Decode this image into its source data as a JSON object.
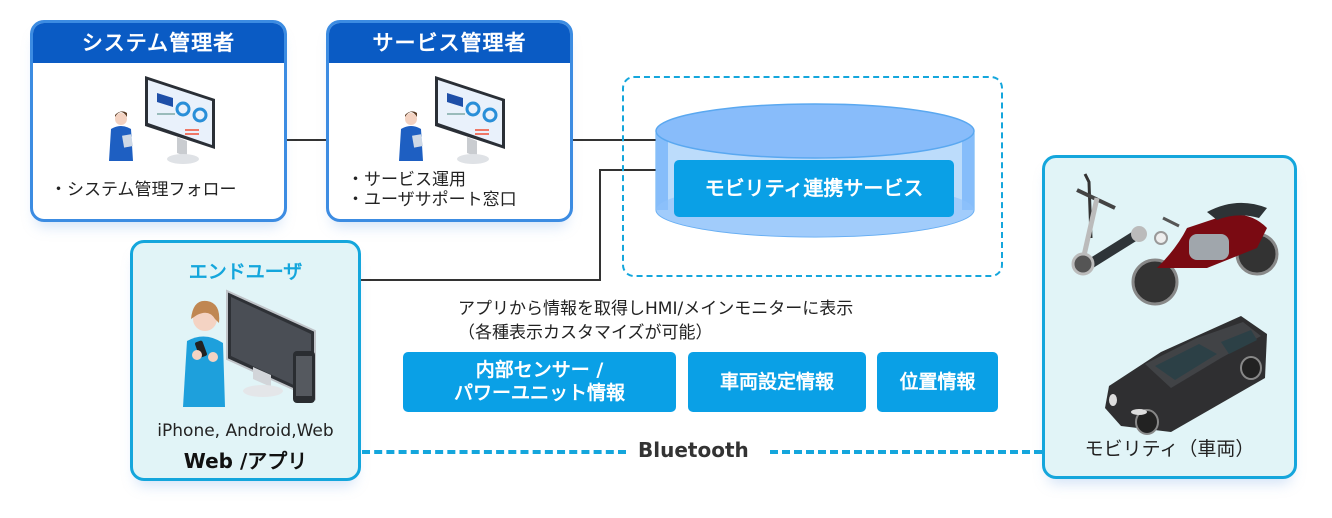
{
  "system_admin": {
    "title": "システム管理者",
    "items": [
      "・システム管理フォロー"
    ]
  },
  "service_admin": {
    "title": "サービス管理者",
    "items": [
      "・サービス運用",
      "・ユーザサポート窓口"
    ]
  },
  "cloud_service": {
    "label": "モビリティ連携サービス"
  },
  "end_user": {
    "title": "エンドユーザ",
    "platforms": "iPhone, Android,Web",
    "app_label": "Web /アプリ"
  },
  "description": {
    "line1": "アプリから情報を取得しHMI/メインモニターに表示",
    "line2": "（各種表示カスタマイズが可能）"
  },
  "info_boxes": [
    {
      "line1": "内部センサー /",
      "line2": "パワーユニット情報"
    },
    {
      "line1": "車両設定情報"
    },
    {
      "line1": "位置情報"
    }
  ],
  "connection": {
    "label": "Bluetooth"
  },
  "mobility": {
    "label": "モビリティ（車両）"
  },
  "colors": {
    "admin_header": "#0a5bc4",
    "admin_border": "#3c8ce2",
    "accent_cyan": "#14a6dc",
    "info_box": "#0aa0e6",
    "light_bg": "#e1f4f7"
  }
}
